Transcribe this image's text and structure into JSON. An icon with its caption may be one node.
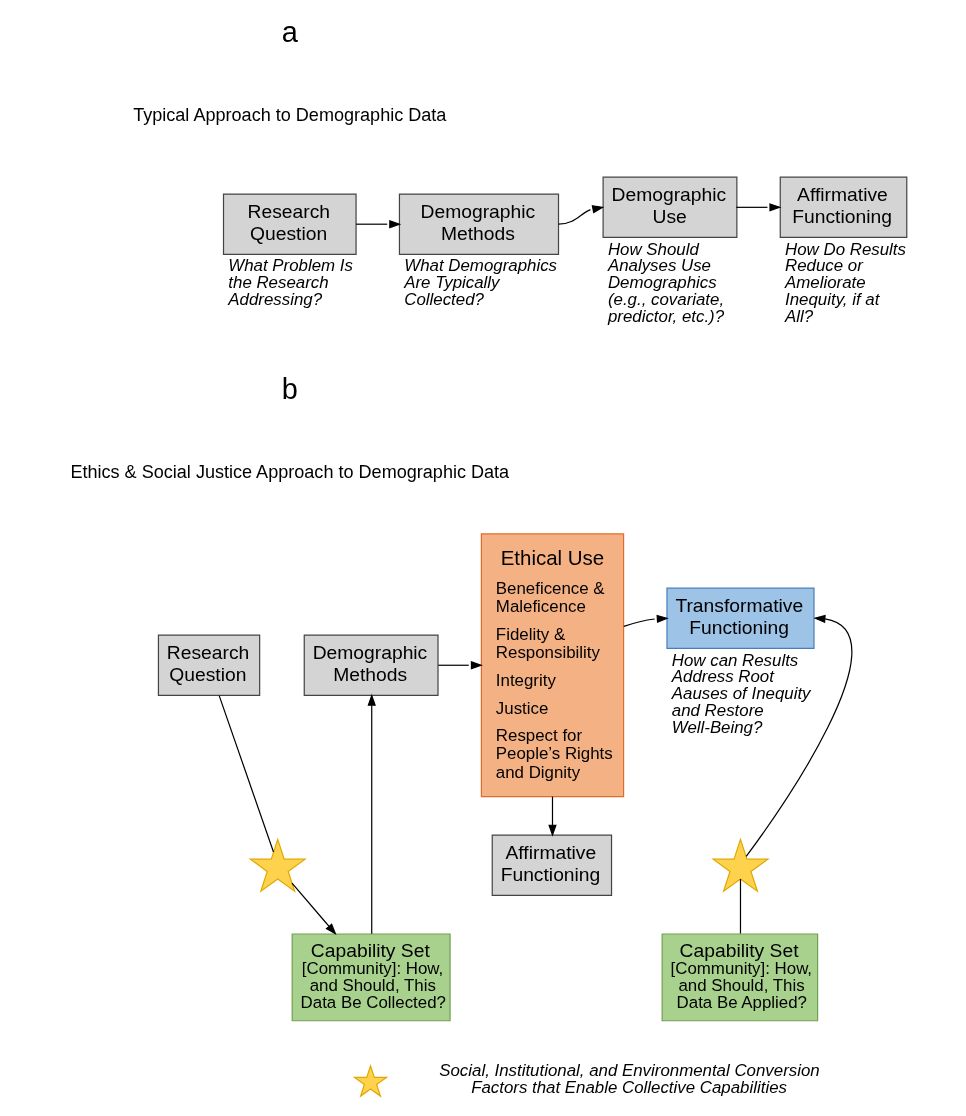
{
  "diagram": {
    "nodes": [
      {
        "text": [
          "Research Question"
        ],
        "beside": [
          "What Problem Is the Research Addressing?"
        ]
      },
      {
        "text": [
          "Demographic Methods"
        ],
        "beside": [
          "What Demographics Are Typically Collected?"
        ]
      },
      {
        "text": [
          "Demographic Use"
        ],
        "beside": [
          "How Should Analyses Use Demographics (e.g., covariate, predictor, etc.)?"
        ]
      },
      {
        "text": [
          "Affirmative Functioning"
        ],
        "beside": [
          "How Do Results Reduce or Ameliorate Inequity, if at All?"
        ]
      },
      {
        "text": [
          "Research Question"
        ]
      },
      {
        "text": [],
        "shape": "star"
      },
      {
        "text": [
          "Capability Set",
          "[Community]: How, and Should, This Data Be Collected?"
        ]
      },
      {
        "text": [
          "Demographic Methods"
        ]
      },
      {
        "text": [
          "Ethical Use",
          "Beneficence & Maleficence",
          "Fidelity & Responsibility",
          "Integrity",
          "Justice",
          "Respect for People’s Rights and Dignity"
        ]
      },
      {
        "text": [
          "Affirmative Functioning"
        ]
      },
      {
        "text": [
          "Transformative Functioning"
        ],
        "beside": [
          "How can Results Address Root Aauses of Inequity and Restore Well-Being?"
        ]
      },
      {
        "text": [],
        "shape": "star"
      },
      {
        "text": [
          "Capability Set",
          "[Community]: How, and Should, This Data Be Applied?"
        ]
      }
    ],
    "edges": [
      {
        "from": 0,
        "to": 1,
        "arrow": "to"
      },
      {
        "from": 1,
        "to": 2,
        "arrow": "to"
      },
      {
        "from": 2,
        "to": 3,
        "arrow": "to"
      },
      {
        "from": 4,
        "to": 5,
        "arrow": "none"
      },
      {
        "from": 5,
        "to": 6,
        "arrow": "to"
      },
      {
        "from": 6,
        "to": 7,
        "arrow": "to"
      },
      {
        "from": 7,
        "to": 8,
        "arrow": "to"
      },
      {
        "from": 8,
        "to": 9,
        "arrow": "to"
      },
      {
        "from": 8,
        "to": 10,
        "arrow": "to"
      },
      {
        "from": 12,
        "to": 11,
        "arrow": "none"
      },
      {
        "from": 11,
        "to": 10,
        "arrow": "to"
      }
    ],
    "labels": [
      "a",
      "Typical Approach to Demographic Data",
      "b",
      "Ethics & Social Justice Approach to Demographic Data"
    ],
    "legend": [
      {
        "text": "Social, Institutional, and Environmental Conversion Factors that Enable Collective Capabilities"
      }
    ]
  }
}
